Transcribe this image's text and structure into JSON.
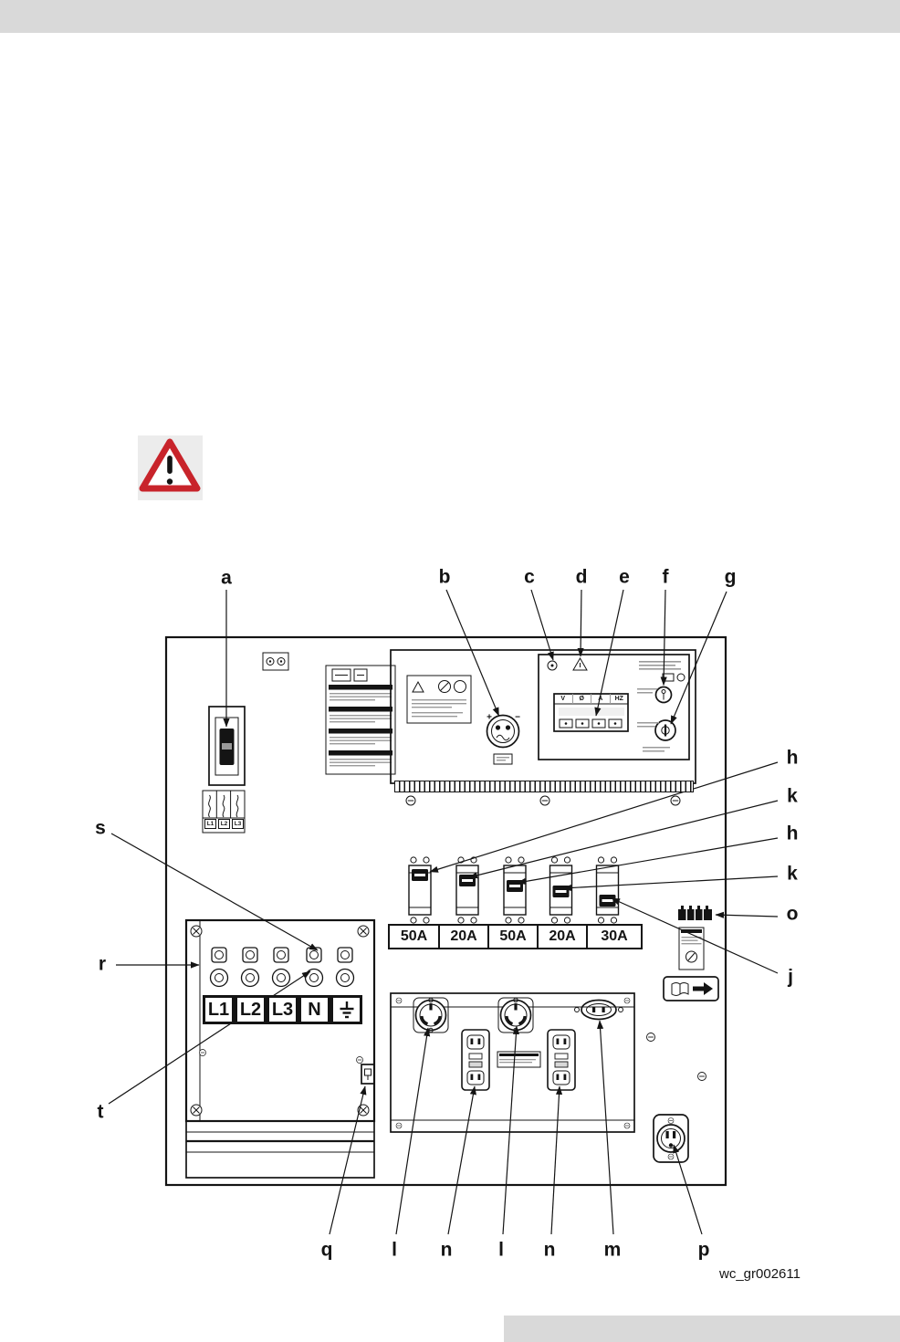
{
  "page": {
    "figure_id": "wc_gr002611"
  },
  "callouts": [
    {
      "label": "a"
    },
    {
      "label": "b"
    },
    {
      "label": "c"
    },
    {
      "label": "d"
    },
    {
      "label": "e"
    },
    {
      "label": "f"
    },
    {
      "label": "g"
    },
    {
      "label": "h"
    },
    {
      "label": "k"
    },
    {
      "label": "h"
    },
    {
      "label": "k"
    },
    {
      "label": "o"
    },
    {
      "label": "j"
    },
    {
      "label": "s"
    },
    {
      "label": "r"
    },
    {
      "label": "t"
    },
    {
      "label": "q"
    },
    {
      "label": "l"
    },
    {
      "label": "n"
    },
    {
      "label": "l"
    },
    {
      "label": "n"
    },
    {
      "label": "m"
    },
    {
      "label": "p"
    }
  ],
  "breaker_ratings": [
    "50A",
    "20A",
    "50A",
    "20A",
    "30A"
  ],
  "main_breaker_phases": [
    "L1",
    "L2",
    "L3"
  ],
  "terminal_labels": [
    "L1",
    "L2",
    "L3",
    "N"
  ],
  "meter_units": [
    "V",
    "Ø",
    "A",
    "HZ"
  ],
  "receptacle_b": {
    "plus": "+",
    "minus": "−"
  },
  "colors": {
    "warning_red": "#c8242b",
    "line": "#141414",
    "page_band": "#d9d9d9"
  }
}
